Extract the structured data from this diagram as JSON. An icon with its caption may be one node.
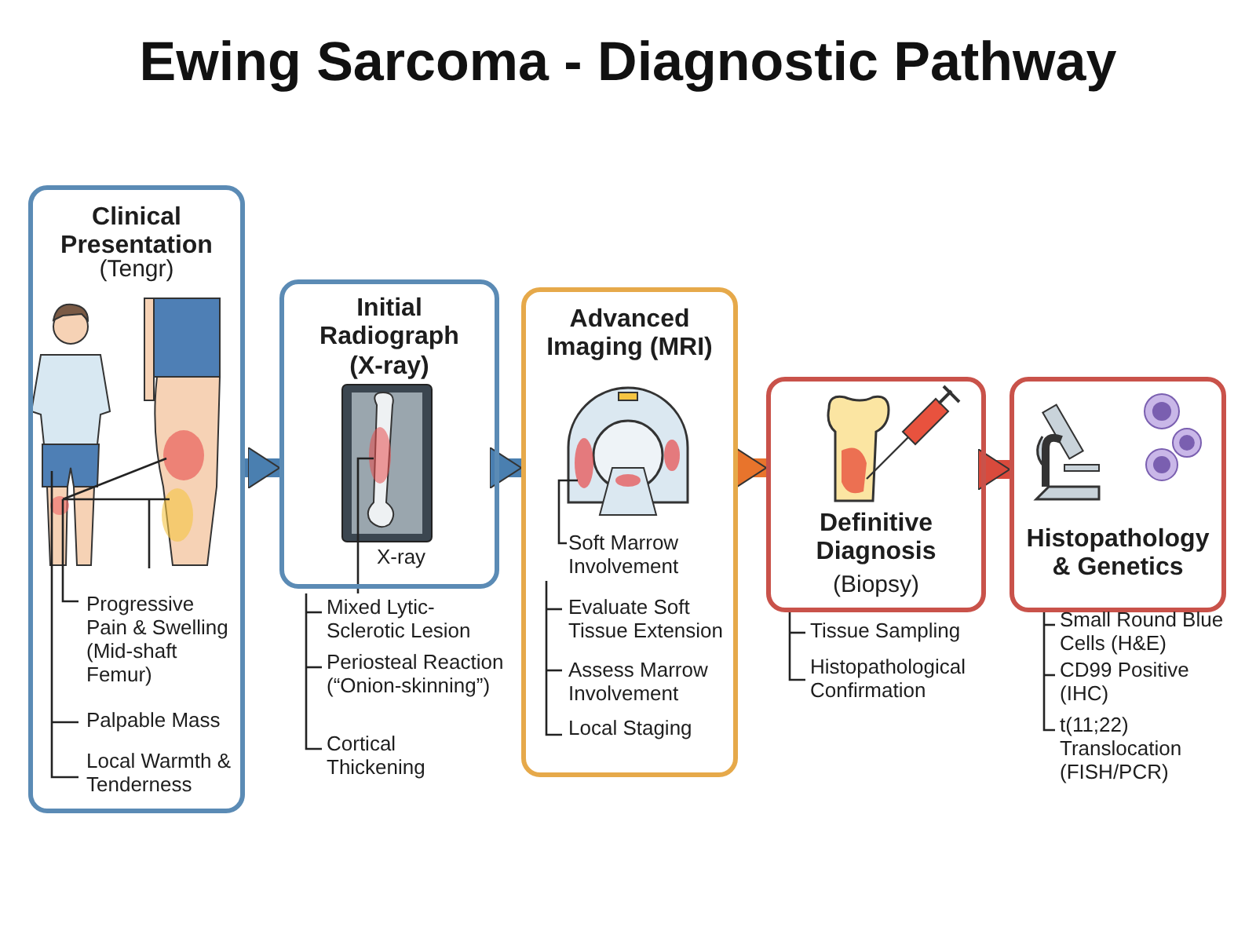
{
  "diagram": {
    "title": "Ewing Sarcoma - Diagnostic Pathway",
    "nodes": [
      {
        "text": [
          "Clinical Presentation",
          "(Tengr)",
          "Progressive Pain & Swelling (Mid-shaft Femur)",
          "Palpable Mass",
          "Local Warmth & Tenderness"
        ]
      },
      {
        "text": [
          "Initial Radiograph (X-ray)",
          "X-ray"
        ]
      },
      {
        "text": [
          "Advanced Imaging (MRI)",
          "Soft Marrow Involvement",
          "Evaluate Soft Tissue Extension",
          "Assess Marrow Involvement",
          "Local Staging"
        ]
      },
      {
        "text": [
          "Definitive Diagnosis",
          "(Biopsy)"
        ],
        "beside": [
          "Tissue Sampling",
          "Histopathological Confirmation"
        ]
      },
      {
        "text": [
          "Histopathology & Genetics"
        ],
        "beside": [
          "Small Round Blue Cells (H&E)",
          "CD99 Positive (IHC)",
          "t(11;22) Translocation (FISH/PCR)"
        ]
      }
    ],
    "edges": [
      {
        "from": 0,
        "to": 1,
        "arrow": "to",
        "color": "#4a7fb0"
      },
      {
        "from": 1,
        "to": 2,
        "arrow": "to",
        "color": "#4a7fb0"
      },
      {
        "from": 2,
        "to": 3,
        "arrow": "to",
        "color": "#e8742c"
      },
      {
        "from": 3,
        "to": 4,
        "arrow": "to",
        "color": "#d94a3c"
      }
    ],
    "labels": [
      "Mixed Lytic-Sclerotic Lesion",
      "Periosteal Reaction (“Onion-skinning”)",
      "Cortical Thickening"
    ]
  }
}
